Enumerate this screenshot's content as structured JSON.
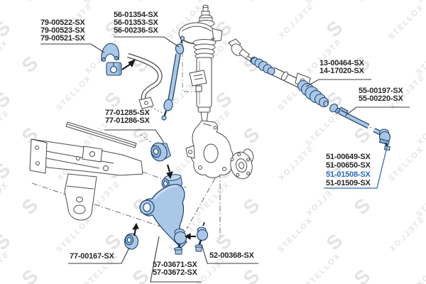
{
  "brand": {
    "watermark_text": "STELLOX",
    "watermark_letter": "S"
  },
  "colors": {
    "part_fill": "#a9c8e8",
    "part_shade": "#85abd2",
    "part_stroke": "#1e3f66",
    "white_part_stroke": "#4a4a4a",
    "label_text": "#262626",
    "highlight_text": "#2b6cb5",
    "watermark": "#e4e4e4"
  },
  "callouts": {
    "stabilizer_bushing_kit": {
      "line1": "79-00522-SX",
      "line2": "79-00523-SX",
      "line3": "79-00521-SX"
    },
    "stabilizer_link": {
      "line1": "56-01354-SX",
      "line2": "56-01353-SX",
      "line3": "56-00236-SX"
    },
    "steering_rack": {
      "line1": "13-00464-SX",
      "line2": "14-17020-SX"
    },
    "tie_rod_axial": {
      "line1": "55-00197-SX",
      "line2": "55-00220-SX"
    },
    "tie_rod_end": {
      "line1": "51-00649-SX",
      "line2": "51-00650-SX",
      "line3": "51-01508-SX",
      "line4": "51-01509-SX",
      "highlighted": "51-01508-SX"
    },
    "control_arm_rear_bushing": {
      "line1": "77-01285-SX",
      "line2": "77-01286-SX"
    },
    "control_arm_front_bushing": {
      "line1": "77-00167-SX"
    },
    "control_arm": {
      "line1": "57-03671-SX",
      "line2": "57-03672-SX"
    },
    "ball_joint": {
      "line1": "52-00368-SX"
    }
  }
}
